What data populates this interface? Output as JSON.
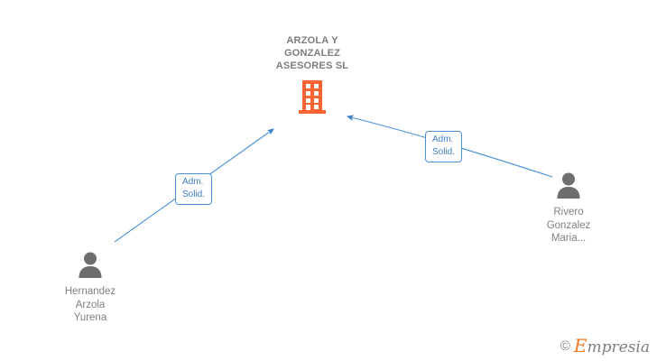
{
  "diagram": {
    "type": "corporate-relationship-graph",
    "company": {
      "name": "ARZOLA Y\nGONZALEZ\nASESORES SL",
      "icon": "building-icon",
      "color": "#fa6432"
    },
    "persons": [
      {
        "id": "hernandez-arzola-yurena",
        "name": "Hernandez\nArzola\nYurena",
        "icon": "person-icon",
        "color": "#6e6e6e",
        "position": "bottom-left"
      },
      {
        "id": "rivero-gonzalez-maria",
        "name": "Rivero\nGonzalez\nMaria...",
        "icon": "person-icon",
        "color": "#6e6e6e",
        "position": "right"
      }
    ],
    "relations": [
      {
        "id": "relation-hernandez",
        "label": "Adm.\nSolid.",
        "from": "hernandez-arzola-yurena",
        "to": "company",
        "color": "#4a90d9"
      },
      {
        "id": "relation-rivero",
        "label": "Adm.\nSolid.",
        "from": "rivero-gonzalez-maria",
        "to": "company",
        "color": "#4a90d9"
      }
    ]
  },
  "watermark": {
    "copyright": "©",
    "brand_initial": "E",
    "brand_rest": "mpresia"
  }
}
